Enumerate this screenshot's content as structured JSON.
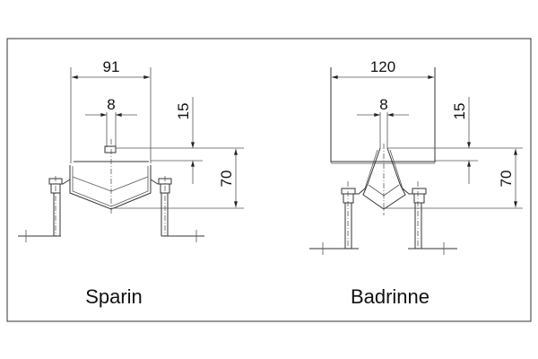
{
  "sparin": {
    "caption": "Sparin",
    "width_dim": "91",
    "gap_dim": "8",
    "offset_dim": "15",
    "height_dim": "70"
  },
  "badrinne": {
    "caption": "Badrinne",
    "width_dim": "120",
    "gap_dim": "8",
    "offset_dim": "15",
    "height_dim": "70"
  }
}
